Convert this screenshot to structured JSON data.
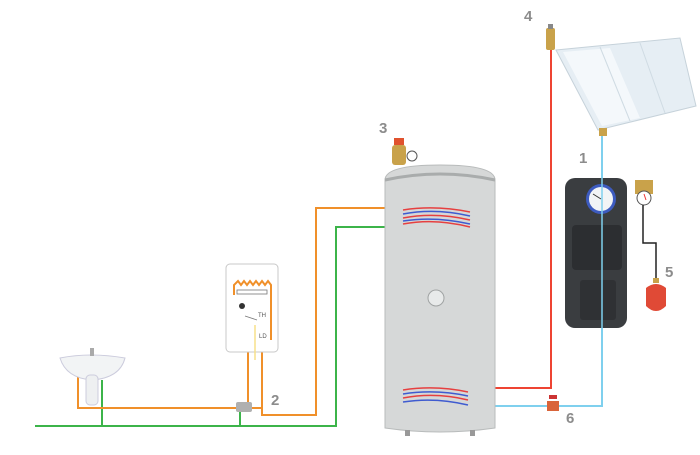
{
  "labels": {
    "n1": "1",
    "n2": "2",
    "n3": "3",
    "n4": "4",
    "n5": "5",
    "n6": "6"
  },
  "boiler": {
    "th_label": "TH",
    "ld_label": "LD"
  },
  "colors": {
    "hot": "#f0902a",
    "cold": "#3cb44a",
    "solar_hot": "#ee4433",
    "solar_cold": "#7fd0ee",
    "tank": "#d6d8d8",
    "pump": "#3a3d40",
    "vessel": "#e04a36"
  }
}
